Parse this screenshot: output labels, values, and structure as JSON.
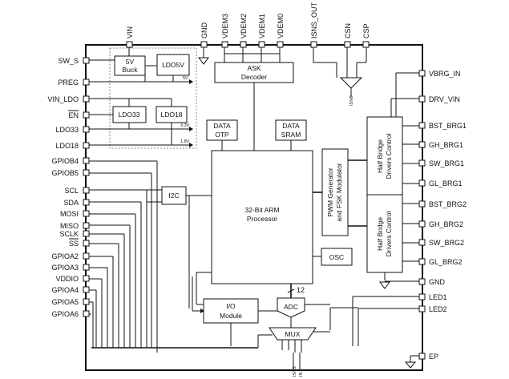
{
  "pins": {
    "top": [
      "VIN",
      "GND",
      "VDEM3",
      "VDEM2",
      "VDEM1",
      "VDEM0",
      "ISNS_OUT",
      "CSN",
      "CSP"
    ],
    "left": [
      "SW_S",
      "PREG",
      "VIN_LDO",
      "EN",
      "LDO33",
      "LDO18",
      "GPIOB4",
      "GPIOB5",
      "SCL",
      "SDA",
      "MOSI",
      "MISO",
      "SCLK",
      "SS",
      "GPIOA2",
      "GPIOA3",
      "VDDIO",
      "GPIOA4",
      "GPIOA5",
      "GPIOA6"
    ],
    "right": [
      "VBRG_IN",
      "DRV_VIN",
      "BST_BRG1",
      "GH_BRG1",
      "SW_BRG1",
      "GL_BRG1",
      "BST_BRG2",
      "GH_BRG2",
      "SW_BRG2",
      "GL_BRG2",
      "GND",
      "LED1",
      "LED2",
      "EP"
    ],
    "bottom": [
      "ISNS",
      "IN"
    ]
  },
  "blocks": {
    "buck": [
      "5V",
      "Buck"
    ],
    "ldo5v": "LDO5V",
    "ldo33": "LDO33",
    "ldo18": "LDO18",
    "ask": [
      "ASK",
      "Decoder"
    ],
    "data_otp": [
      "DATA",
      "OTP"
    ],
    "data_sram": [
      "DATA",
      "SRAM"
    ],
    "i2c": "I2C",
    "arm": [
      "32-Bit ARM",
      "Processor"
    ],
    "pwm": [
      "PWM Generator",
      "and FSK Modulator"
    ],
    "hb1": [
      "Half Bridge",
      "Drivers Control"
    ],
    "hb2": [
      "Half Bridge",
      "Drivers Control"
    ],
    "osc": "OSC",
    "io": [
      "I/O",
      "Module"
    ],
    "adc": "ADC",
    "mux": "MUX"
  },
  "labels": {
    "v5": "5V",
    "v33": "3.3V",
    "v18": "1.8V",
    "bus": "12",
    "isns_amp": "ISNS"
  }
}
